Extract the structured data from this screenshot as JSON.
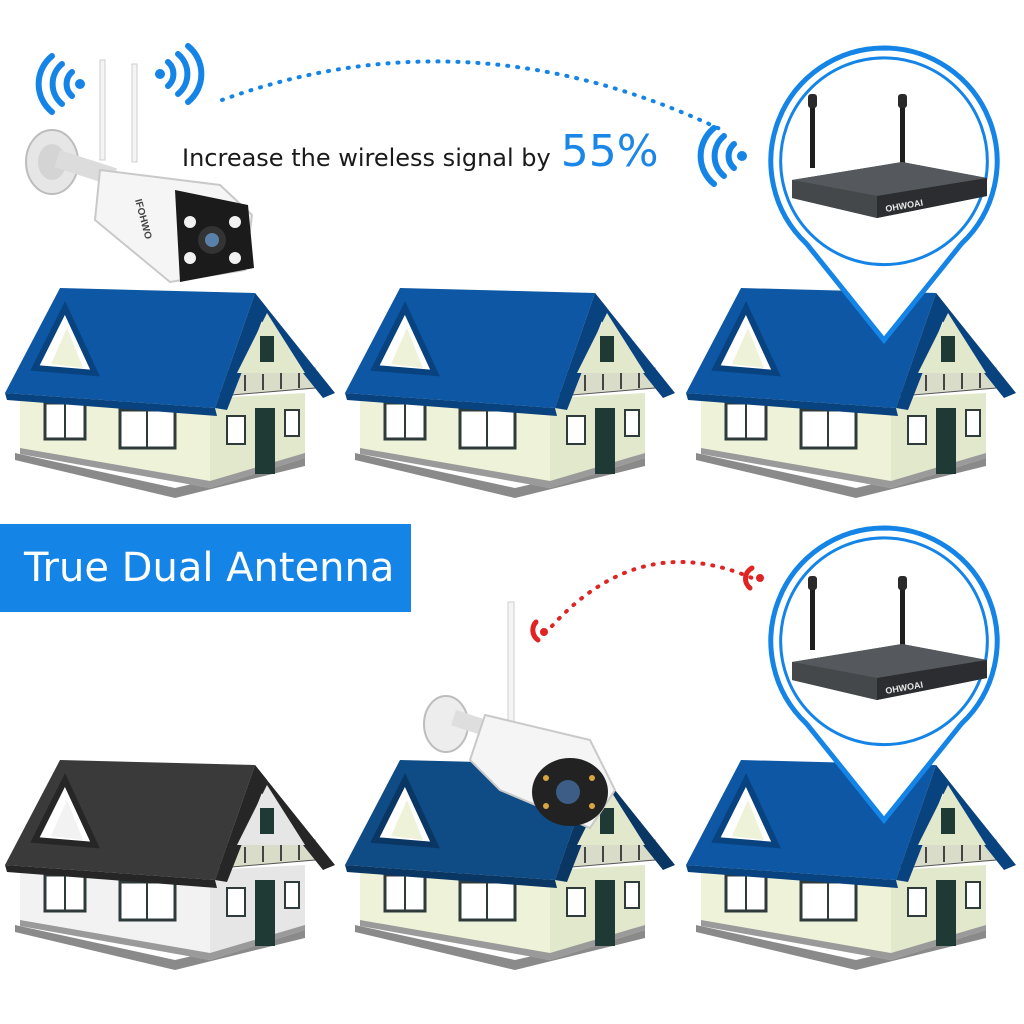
{
  "headline": {
    "text": "Increase the wireless signal by",
    "percent": "55%"
  },
  "banner": {
    "label": "True Dual Antenna"
  },
  "brand": {
    "nvr_label": "OHWOAI",
    "camera_label": "IFOHWO"
  },
  "colors": {
    "accent_blue": "#1484e6",
    "signal_red": "#e02424",
    "roof_blue": "#0f5aa6",
    "roof_dark": "#3a3a3a",
    "wall": "#eef2dc"
  },
  "icons": [
    "wifi-signal-icon",
    "security-camera-icon",
    "nvr-recorder-icon",
    "house-icon",
    "location-pin-icon"
  ]
}
